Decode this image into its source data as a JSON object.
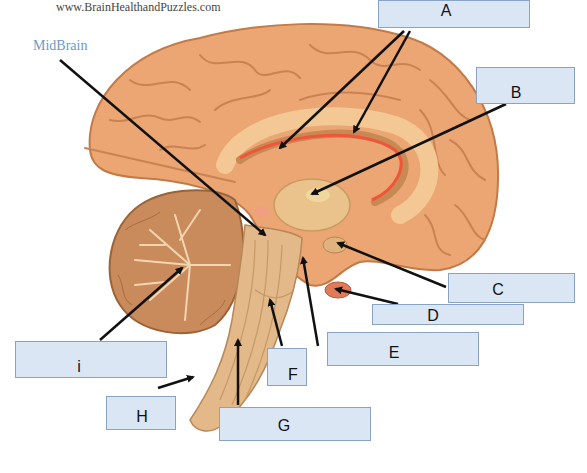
{
  "diagram": {
    "nodes": [
      {
        "text": [
          "A"
        ]
      },
      {
        "text": [
          "B"
        ]
      },
      {
        "text": [
          "C"
        ]
      },
      {
        "text": [
          "D"
        ]
      },
      {
        "text": [
          "E"
        ]
      },
      {
        "text": [
          "i"
        ]
      },
      {
        "text": [
          "F"
        ]
      },
      {
        "text": [
          "H"
        ]
      },
      {
        "text": [
          "G"
        ]
      }
    ],
    "labels": [
      "www.BrainHealthandPuzzles.com",
      "MidBrain"
    ]
  }
}
